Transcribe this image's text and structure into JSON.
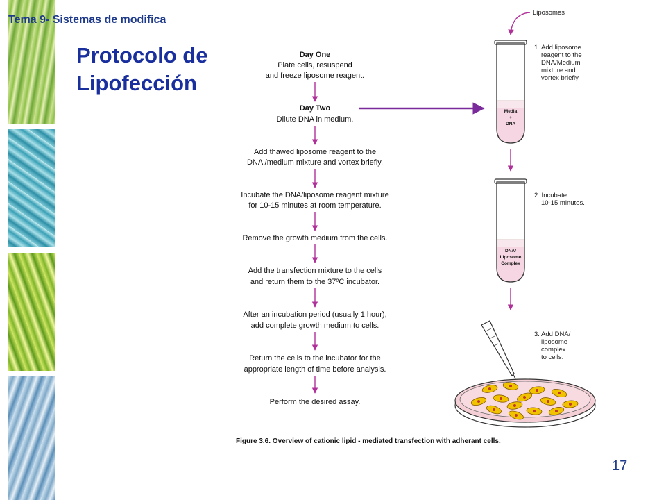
{
  "header": {
    "title": "Tema 9- Sistemas de modifica"
  },
  "slide": {
    "title_line1": "Protocolo de",
    "title_line2": "Lipofección",
    "page_number": "17"
  },
  "flowchart": {
    "steps": [
      {
        "heading": "Day One",
        "lines": [
          "Plate cells, resuspend",
          "and freeze liposome reagent."
        ]
      },
      {
        "heading": "Day Two",
        "lines": [
          "Dilute DNA in medium."
        ]
      },
      {
        "heading": "",
        "lines": [
          "Add thawed liposome reagent to the",
          "DNA /medium mixture and vortex briefly."
        ]
      },
      {
        "heading": "",
        "lines": [
          "Incubate the DNA/liposome reagent mixture",
          "for 10-15 minutes at room temperature."
        ]
      },
      {
        "heading": "",
        "lines": [
          "Remove the growth medium from the cells."
        ]
      },
      {
        "heading": "",
        "lines": [
          "Add the transfection mixture to the cells",
          "and return them to the 37ºC incubator."
        ]
      },
      {
        "heading": "",
        "lines": [
          "After an incubation period (usually 1 hour),",
          "add complete growth medium to cells."
        ]
      },
      {
        "heading": "",
        "lines": [
          "Return the cells to the incubator for the",
          "appropriate length of time before analysis."
        ]
      },
      {
        "heading": "",
        "lines": [
          "Perform the desired assay."
        ]
      }
    ]
  },
  "illustration": {
    "liposomes_label": "Liposomes",
    "tube1_label": [
      "Media",
      "+",
      "DNA"
    ],
    "tube2_label": [
      "DNA/",
      "Liposome",
      "Complex"
    ],
    "notes": [
      [
        "1. Add liposome",
        "reagent to the",
        "DNA/Medium",
        "mixture and",
        "vortex briefly."
      ],
      [
        "2. Incubate",
        "10-15 minutes."
      ],
      [
        "3. Add DNA/",
        "liposome",
        "complex",
        "to cells."
      ]
    ]
  },
  "caption": "Figure 3.6.  Overview of cationic lipid - mediated transfection with adherant cells.",
  "colors": {
    "arrow": "#b0309a",
    "pointer_arrow": "#7a2a9a",
    "title": "#1a2f9e",
    "tube_liquid": "#f6d6e2",
    "cell": "#f0c200",
    "dish": "#f4cfd6"
  }
}
